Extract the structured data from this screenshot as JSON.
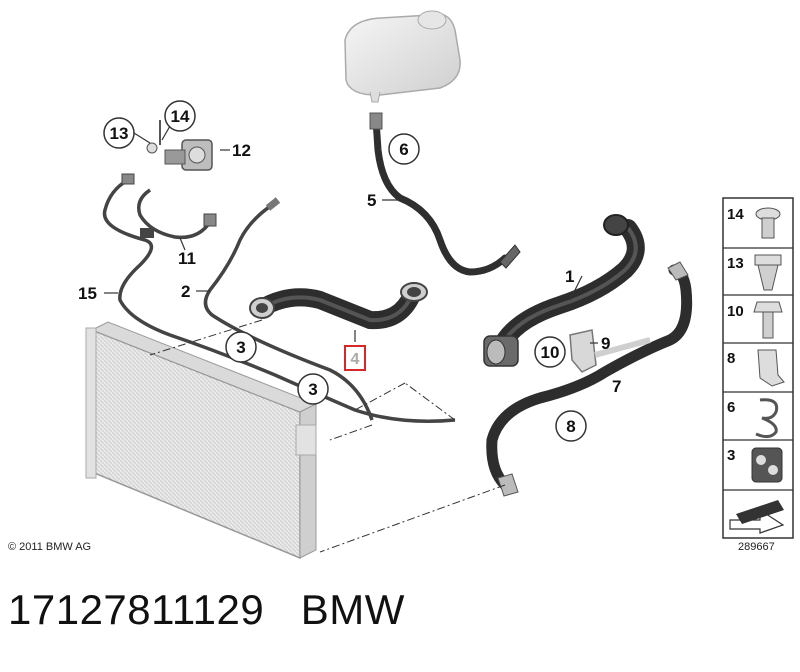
{
  "diagram": {
    "callouts": [
      "1",
      "2",
      "3",
      "3",
      "4",
      "5",
      "6",
      "7",
      "8",
      "9",
      "10",
      "11",
      "12",
      "13",
      "14",
      "15"
    ],
    "highlighted_callout": "4",
    "legend_items": [
      "14",
      "13",
      "10",
      "8",
      "6",
      "3"
    ],
    "copyright": "© 2011 BMW AG",
    "diagram_id": "289667",
    "colors": {
      "hose": "#2f2f2f",
      "line": "#555555",
      "highlight": "#d62828",
      "panel": "#f2f2f2"
    }
  },
  "caption": {
    "part_number": "17127811129",
    "brand": "BMW"
  }
}
